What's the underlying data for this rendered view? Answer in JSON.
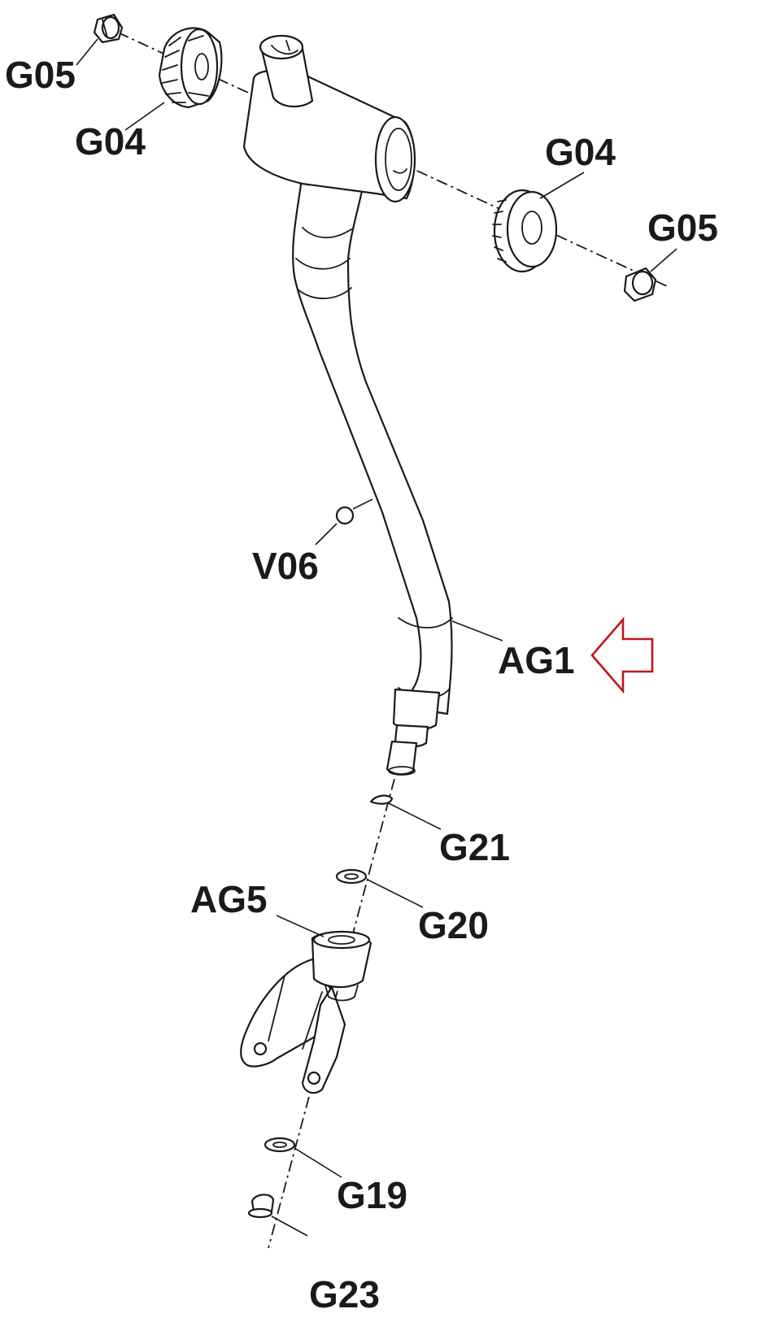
{
  "labels": {
    "g05_top_left": "G05",
    "g04_top_left": "G04",
    "g04_right": "G04",
    "g05_right": "G05",
    "v06": "V06",
    "ag1": "AG1",
    "g21": "G21",
    "g20": "G20",
    "ag5": "AG5",
    "g19": "G19",
    "g23": "G23"
  },
  "highlight": {
    "arrow_color": "#c0161b",
    "arrow_icon": "outline-arrow-left-icon"
  }
}
